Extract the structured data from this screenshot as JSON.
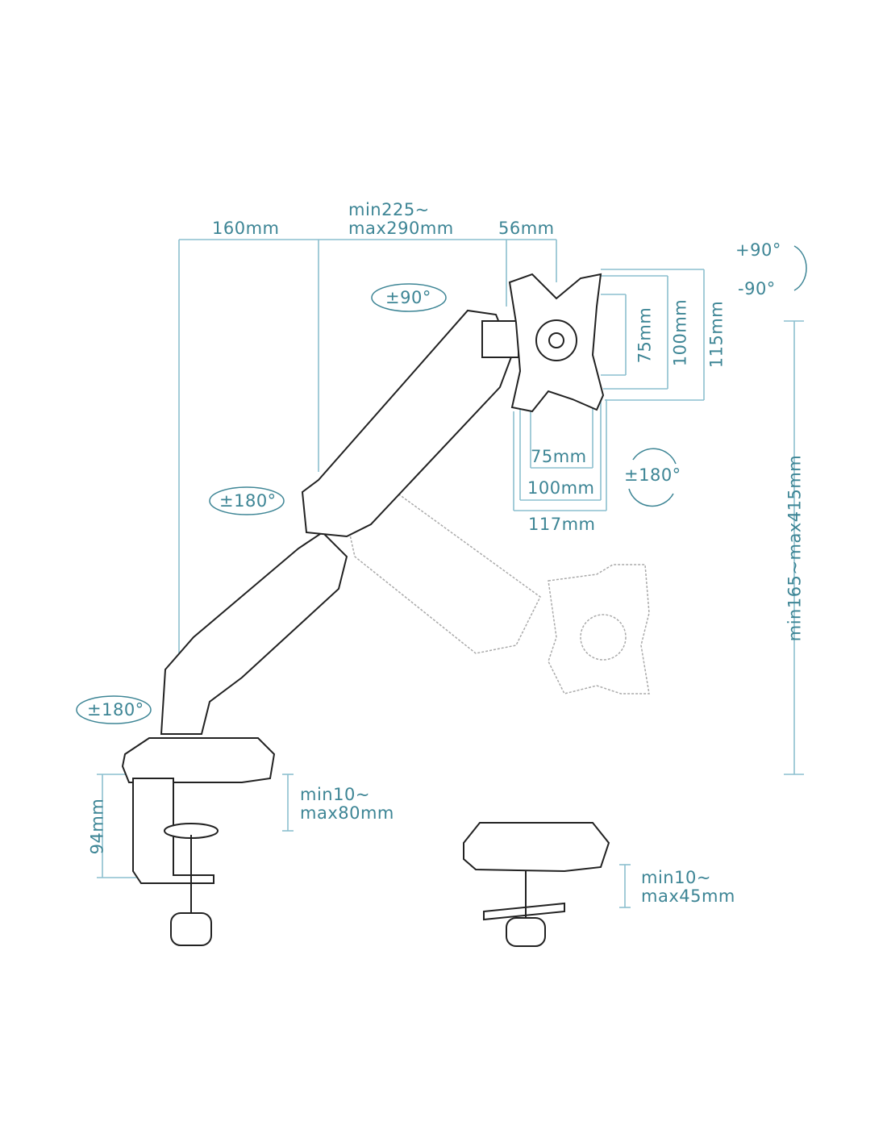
{
  "title": "Monitor arm dimension diagram",
  "colors": {
    "text": "#3d8595",
    "dimension_line": "#8cbfcf",
    "drawing": "#222222",
    "ghost": "#aaaaaa"
  },
  "dimensions": {
    "base_to_joint": "160mm",
    "arm_reach_min": "min225~",
    "arm_reach_max": "max290mm",
    "tilt_offset": "56mm",
    "vesa_75_v": "75mm",
    "vesa_100_v": "100mm",
    "plate_115_v": "115mm",
    "vesa_75_h": "75mm",
    "vesa_100_h": "100mm",
    "plate_117_h": "117mm",
    "height_range": "min165~max415mm",
    "clamp_height": "94mm",
    "clamp_range_min": "min10~",
    "clamp_range_max": "max80mm",
    "grommet_range_min": "min10~",
    "grommet_range_max": "max45mm"
  },
  "rotations": {
    "tilt_up": "+90°",
    "tilt_down": "-90°",
    "head_swivel": "±90°",
    "elbow_swivel": "±180°",
    "base_swivel": "±180°",
    "screen_rotation": "±180°"
  }
}
